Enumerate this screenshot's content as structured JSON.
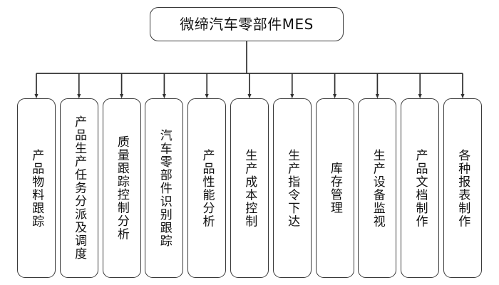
{
  "diagram": {
    "type": "organization-tree",
    "orientation": "top-down",
    "background_color": "#ffffff",
    "line_color": "#3a3a3a",
    "text_color": "#111111",
    "root": {
      "label": "微缔汽车零部件MES"
    },
    "nodes": [
      {
        "label": "产品物料跟踪"
      },
      {
        "label": "产品生产任务分派及调度"
      },
      {
        "label": "质量跟踪控制分析"
      },
      {
        "label": "汽车零部件识别跟踪"
      },
      {
        "label": "产品性能分析"
      },
      {
        "label": "生产成本控制"
      },
      {
        "label": "生产指令下达"
      },
      {
        "label": "库存管理"
      },
      {
        "label": "生产设备监视"
      },
      {
        "label": "产品文档制作"
      },
      {
        "label": "各种报表制作"
      }
    ]
  }
}
